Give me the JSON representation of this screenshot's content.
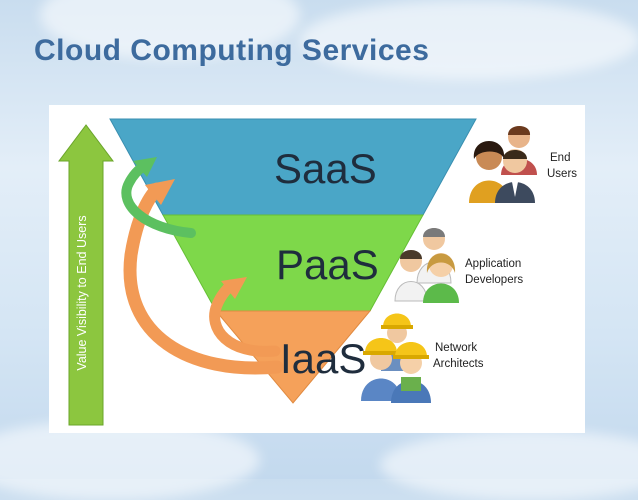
{
  "title": "Cloud Computing Services",
  "axis_label": "Value Visibility to End Users",
  "tiers": [
    {
      "name": "SaaS",
      "audience_line1": "End",
      "audience_line2": "Users",
      "color": "#4aa6c7"
    },
    {
      "name": "PaaS",
      "audience_line1": "Application",
      "audience_line2": "Developers",
      "color": "#7ed84a"
    },
    {
      "name": "IaaS",
      "audience_line1": "Network",
      "audience_line2": "Architects",
      "color": "#f5a15a"
    }
  ],
  "colors": {
    "title": "#3d6b9e",
    "axis_arrow": "#8cc63f",
    "curved_arrow_orange": "#f29a55",
    "curved_arrow_green": "#5cc060"
  },
  "icons": [
    "end-users-people-icon",
    "developers-people-icon",
    "network-architects-people-icon"
  ]
}
